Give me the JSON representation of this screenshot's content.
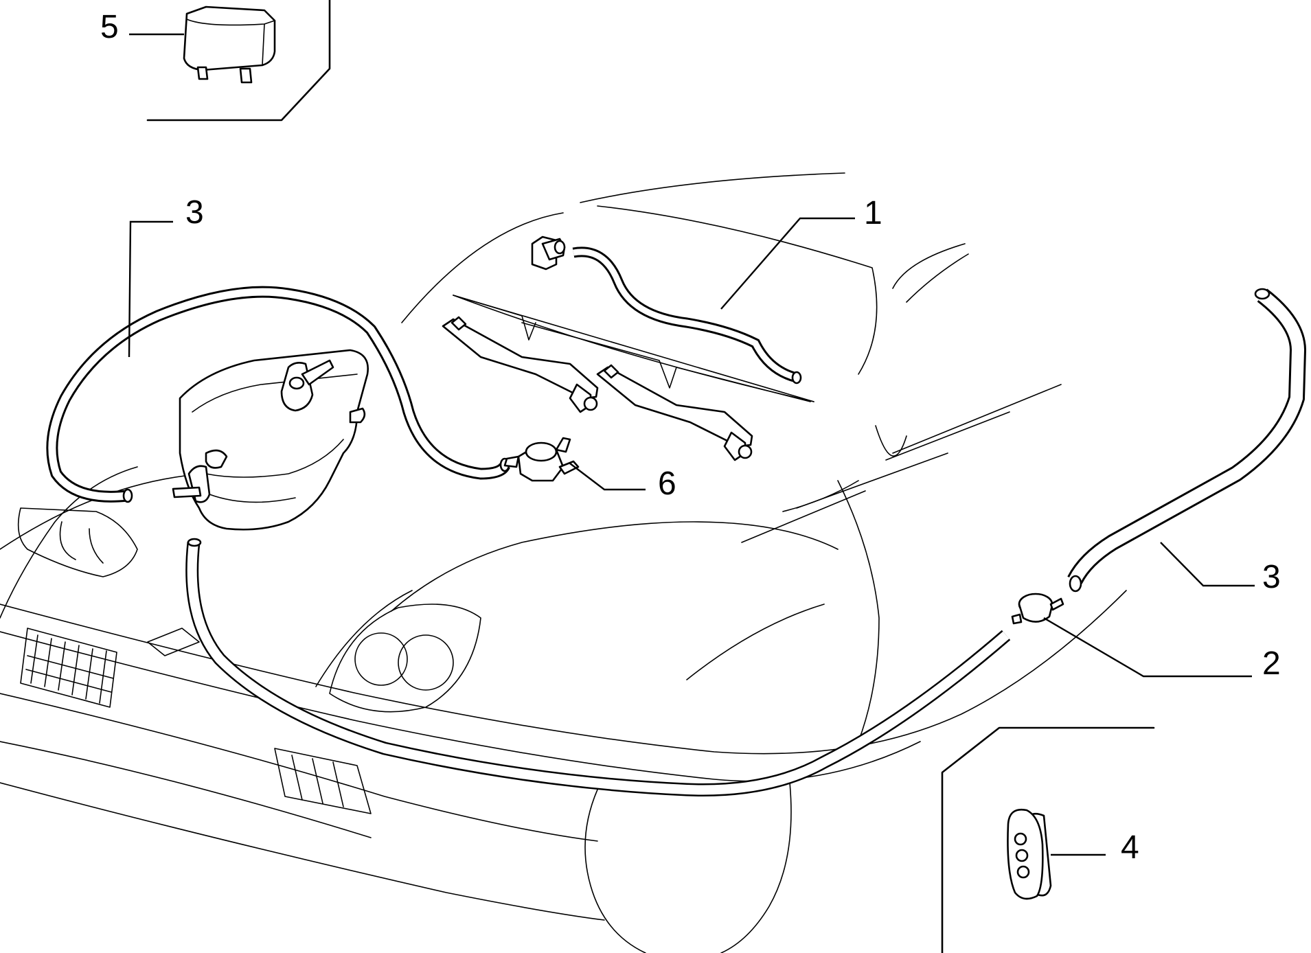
{
  "callouts": {
    "c1": "1",
    "c2": "2",
    "c3_left": "3",
    "c3_right": "3",
    "c4": "4",
    "c5": "5",
    "c6": "6"
  }
}
